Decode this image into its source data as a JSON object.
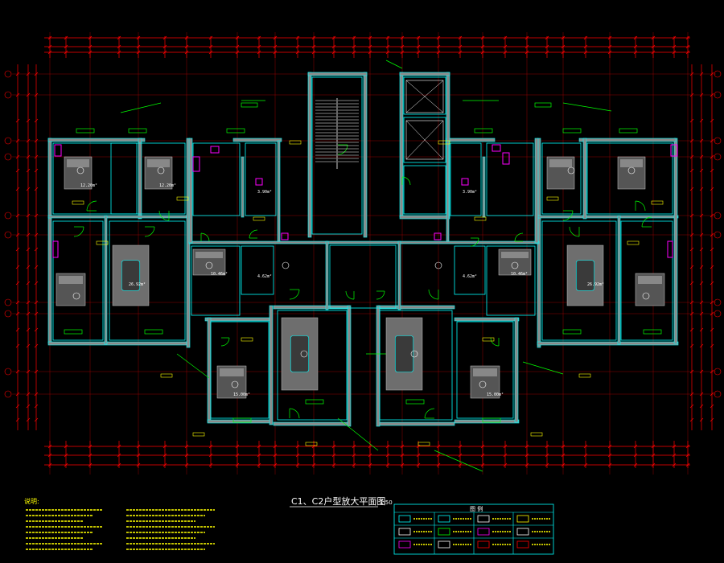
{
  "drawing": {
    "title": "C1、C2户型放大平面图",
    "scale": "1:50",
    "notes_heading": "说明:",
    "legend_heading": "图  例",
    "room_areas": [
      "12.20m²",
      "12.20m²",
      "26.92m²",
      "26.92m²",
      "10.46m²",
      "10.46m²",
      "4.62m²",
      "4.62m²",
      "15.00m²",
      "15.00m²",
      "3.90m²",
      "3.90m²"
    ]
  },
  "colors": {
    "background": "#000000",
    "dimension": "#ff0000",
    "wall": "#00ffff",
    "wall_fill": "#8a8a8a",
    "door": "#00ff00",
    "text": "#ffffff",
    "accent": "#ff00ff",
    "label": "#ffff00"
  }
}
